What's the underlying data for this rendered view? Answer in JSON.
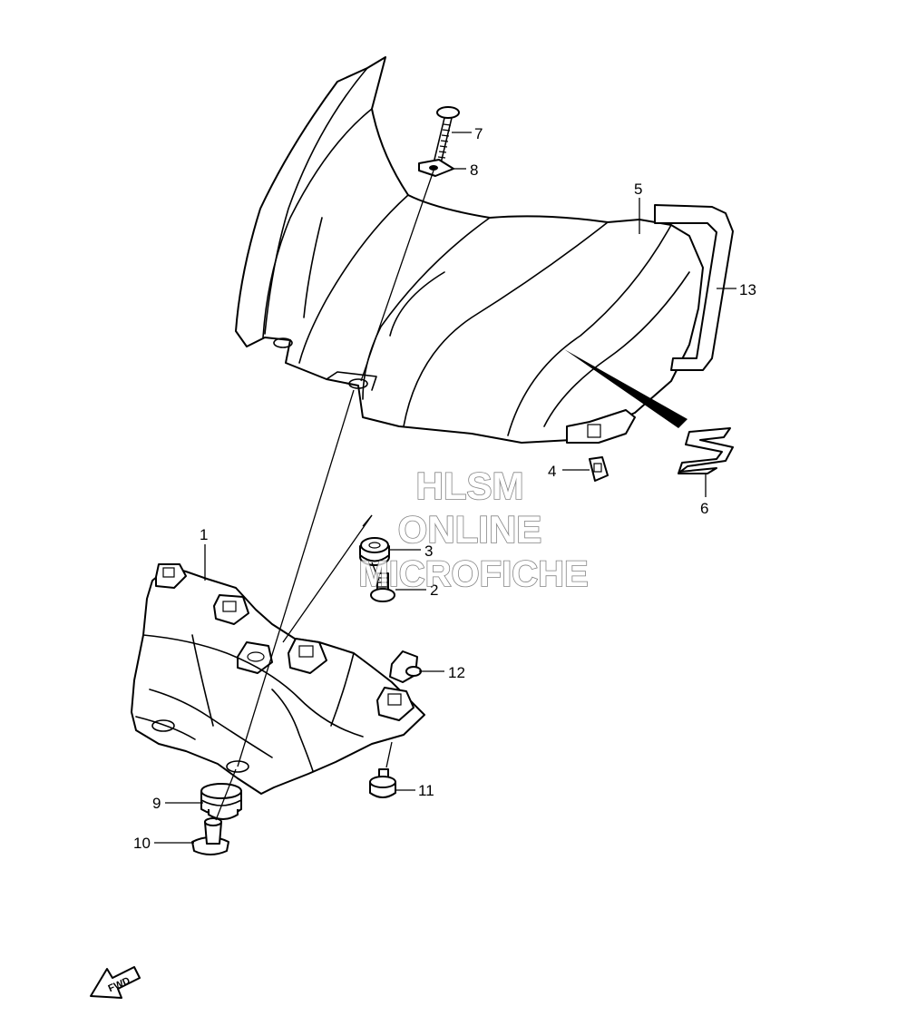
{
  "watermark": {
    "line1": "HLSM",
    "line2": "ONLINE",
    "line3": "MICROFICHE"
  },
  "direction": {
    "label": "FWD"
  },
  "callouts": [
    {
      "id": "1",
      "label": "1"
    },
    {
      "id": "2",
      "label": "2"
    },
    {
      "id": "3",
      "label": "3"
    },
    {
      "id": "4",
      "label": "4"
    },
    {
      "id": "5",
      "label": "5"
    },
    {
      "id": "6",
      "label": "6"
    },
    {
      "id": "7",
      "label": "7"
    },
    {
      "id": "8",
      "label": "8"
    },
    {
      "id": "9",
      "label": "9"
    },
    {
      "id": "10",
      "label": "10"
    },
    {
      "id": "11",
      "label": "11"
    },
    {
      "id": "12",
      "label": "12"
    },
    {
      "id": "13",
      "label": "13"
    }
  ]
}
